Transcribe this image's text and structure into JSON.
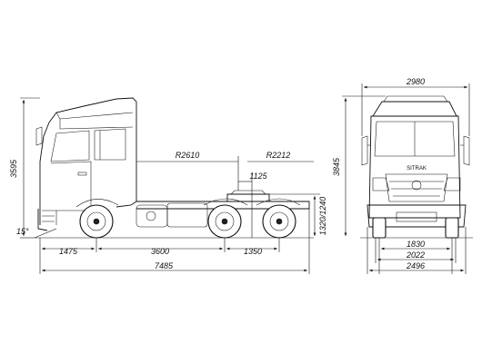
{
  "side_view": {
    "overall_length": "7485",
    "front_overhang": "1475",
    "wheelbase_main": "3600",
    "rear_axle_spacing": "1350",
    "cab_height": "3595",
    "approach_angle": "15°",
    "front_turn_radius": "R2610",
    "rear_turn_radius": "R2212",
    "fifth_wheel_offset": "1125",
    "fifth_wheel_height": "1320/1240"
  },
  "front_view": {
    "mirror_width": "2980",
    "overall_height": "3845",
    "front_track": "1830",
    "rear_track": "2022",
    "overall_width": "2496",
    "grille_badge": "SITRAK"
  }
}
